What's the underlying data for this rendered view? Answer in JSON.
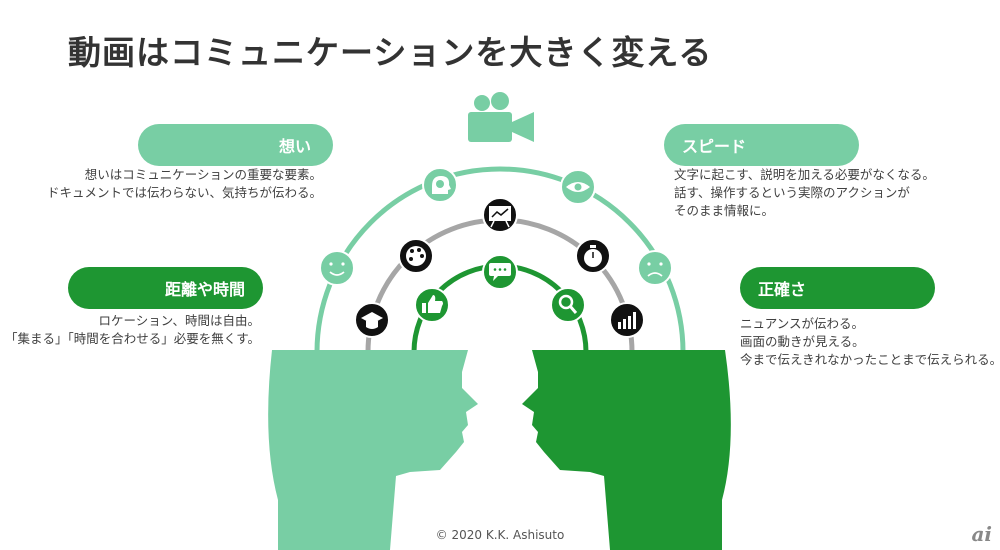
{
  "title": "動画はコミュニケーションを大きく変える",
  "cards": {
    "feelings": {
      "label": "想い",
      "lines": [
        "想いはコミュニケーションの重要な要素。",
        "ドキュメントでは伝わらない、気持ちが伝わる。"
      ]
    },
    "distance": {
      "label": "距離や時間",
      "lines": [
        "ロケーション、時間は自由。",
        "「集まる」「時間を合わせる」必要を無くす。"
      ]
    },
    "speed": {
      "label": "スピード",
      "lines": [
        "文字に起こす、説明を加える必要がなくなる。",
        "話す、操作するという実際のアクションが",
        "そのまま情報に。"
      ]
    },
    "accuracy": {
      "label": "正確さ",
      "lines": [
        "ニュアンスが伝わる。",
        "画面の動きが見える。",
        "今まで伝えきれなかったことまで伝えられる。"
      ]
    }
  },
  "footer": {
    "copyright": "© 2020 K.K. Ashisuto",
    "logo": "ai"
  },
  "colors": {
    "light_green": "#78CEA4",
    "dark_green": "#1E9632",
    "gray": "#A6A6A6"
  }
}
